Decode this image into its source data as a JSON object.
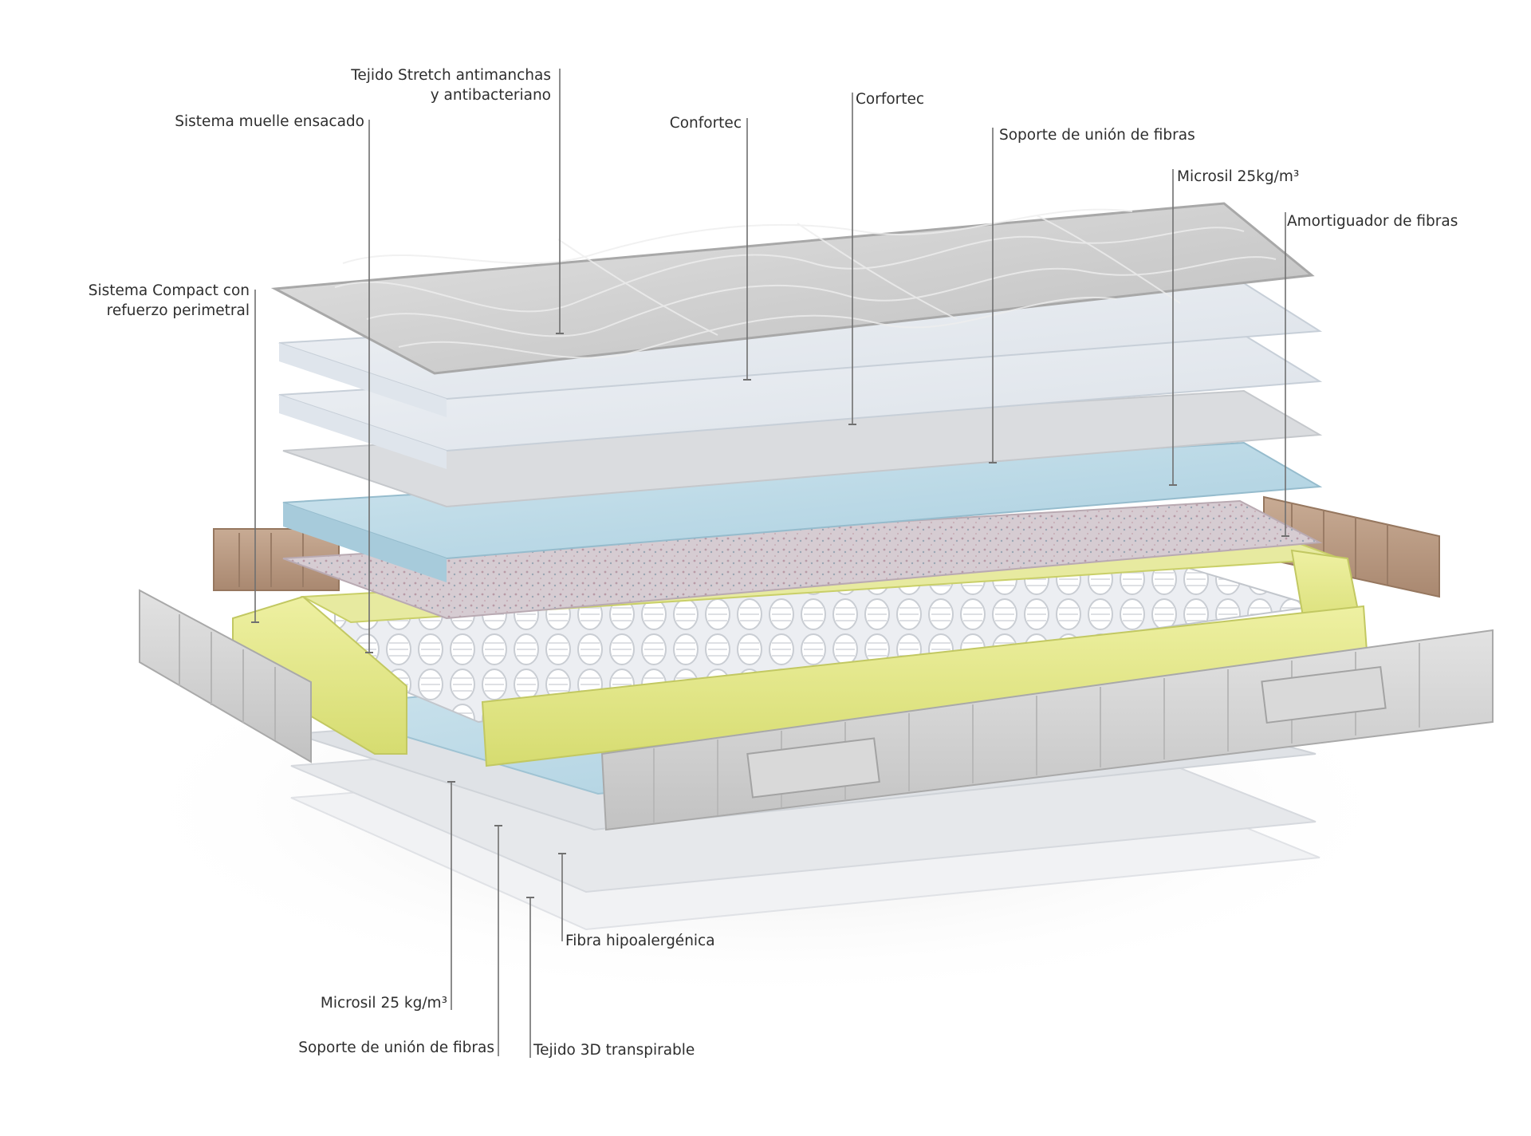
{
  "labels": {
    "tejido_stretch": [
      "Tejido Stretch antimanchas",
      "y antibacteriano"
    ],
    "sistema_muelle": "Sistema muelle ensacado",
    "confortec": "Confortec",
    "corfortec": "Corfortec",
    "soporte_top": "Soporte de unión de fibras",
    "microsil_top": "Microsil 25kg/m³",
    "amortiguador": "Amortiguador de fibras",
    "sistema_compact": [
      "Sistema Compact con",
      "refuerzo perimetral"
    ],
    "fibra_hipo": "Fibra hipoalergénica",
    "microsil_bottom": "Microsil 25 kg/m³",
    "soporte_bottom": "Soporte de unión de fibras",
    "tejido_3d": "Tejido 3D transpirable"
  },
  "colors": {
    "leader_line": "#6f6f6f",
    "quilted_top": "#cfcfcf",
    "white_layer": "#e9edf2",
    "fiber_layer": "#d9dbde",
    "blue_foam": "#bcd9e6",
    "speckled_foam": "#d4c9cf",
    "yellow_foam": "#e6ea8f",
    "brown_panel": "#b99a82",
    "grey_panel": "#cfcfcf"
  }
}
